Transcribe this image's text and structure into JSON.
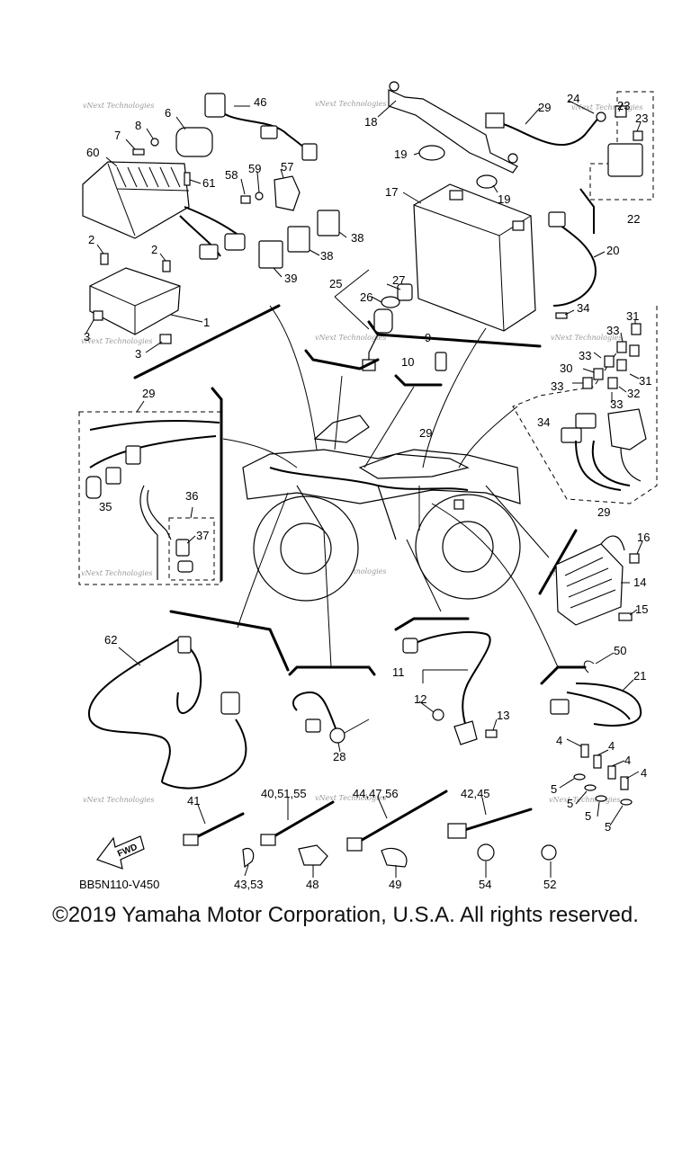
{
  "diagram_code": "BB5N110-V450",
  "fwd_label": "FWD",
  "copyright": "©2019 Yamaha Motor Corporation, U.S.A. All rights reserved.",
  "watermark": "vNext Technologies",
  "callouts": {
    "c46": "46",
    "c6": "6",
    "c8": "8",
    "c7": "7",
    "c60": "60",
    "c58": "58",
    "c59": "59",
    "c57": "57",
    "c61": "61",
    "c2a": "2",
    "c2b": "2",
    "c38a": "38",
    "c38b": "38",
    "c39": "39",
    "c1": "1",
    "c3a": "3",
    "c3b": "3",
    "c18": "18",
    "c24": "24",
    "c29a": "29",
    "c23a": "23",
    "c23b": "23",
    "c19a": "19",
    "c19b": "19",
    "c17": "17",
    "c22": "22",
    "c20": "20",
    "c34a": "34",
    "c27": "27",
    "c25": "25",
    "c26": "26",
    "c9": "9",
    "c10": "10",
    "c31a": "31",
    "c33a": "33",
    "c33b": "33",
    "c30": "30",
    "c31b": "31",
    "c33c": "33",
    "c32": "32",
    "c33d": "33",
    "c34b": "34",
    "c29b": "29",
    "c29c": "29",
    "c35": "35",
    "c36": "36",
    "c37": "37",
    "c29d": "29",
    "c16": "16",
    "c14": "14",
    "c15": "15",
    "c62": "62",
    "c11": "11",
    "c12": "12",
    "c13": "13",
    "c28": "28",
    "c50": "50",
    "c21": "21",
    "c4a": "4",
    "c4b": "4",
    "c4c": "4",
    "c4d": "4",
    "c5a": "5",
    "c5b": "5",
    "c5c": "5",
    "c5d": "5",
    "c41": "41",
    "c40": "40,51,55",
    "c44": "44,47,56",
    "c42": "42,45",
    "c43": "43,53",
    "c48": "48",
    "c49": "49",
    "c54": "54",
    "c52": "52"
  }
}
